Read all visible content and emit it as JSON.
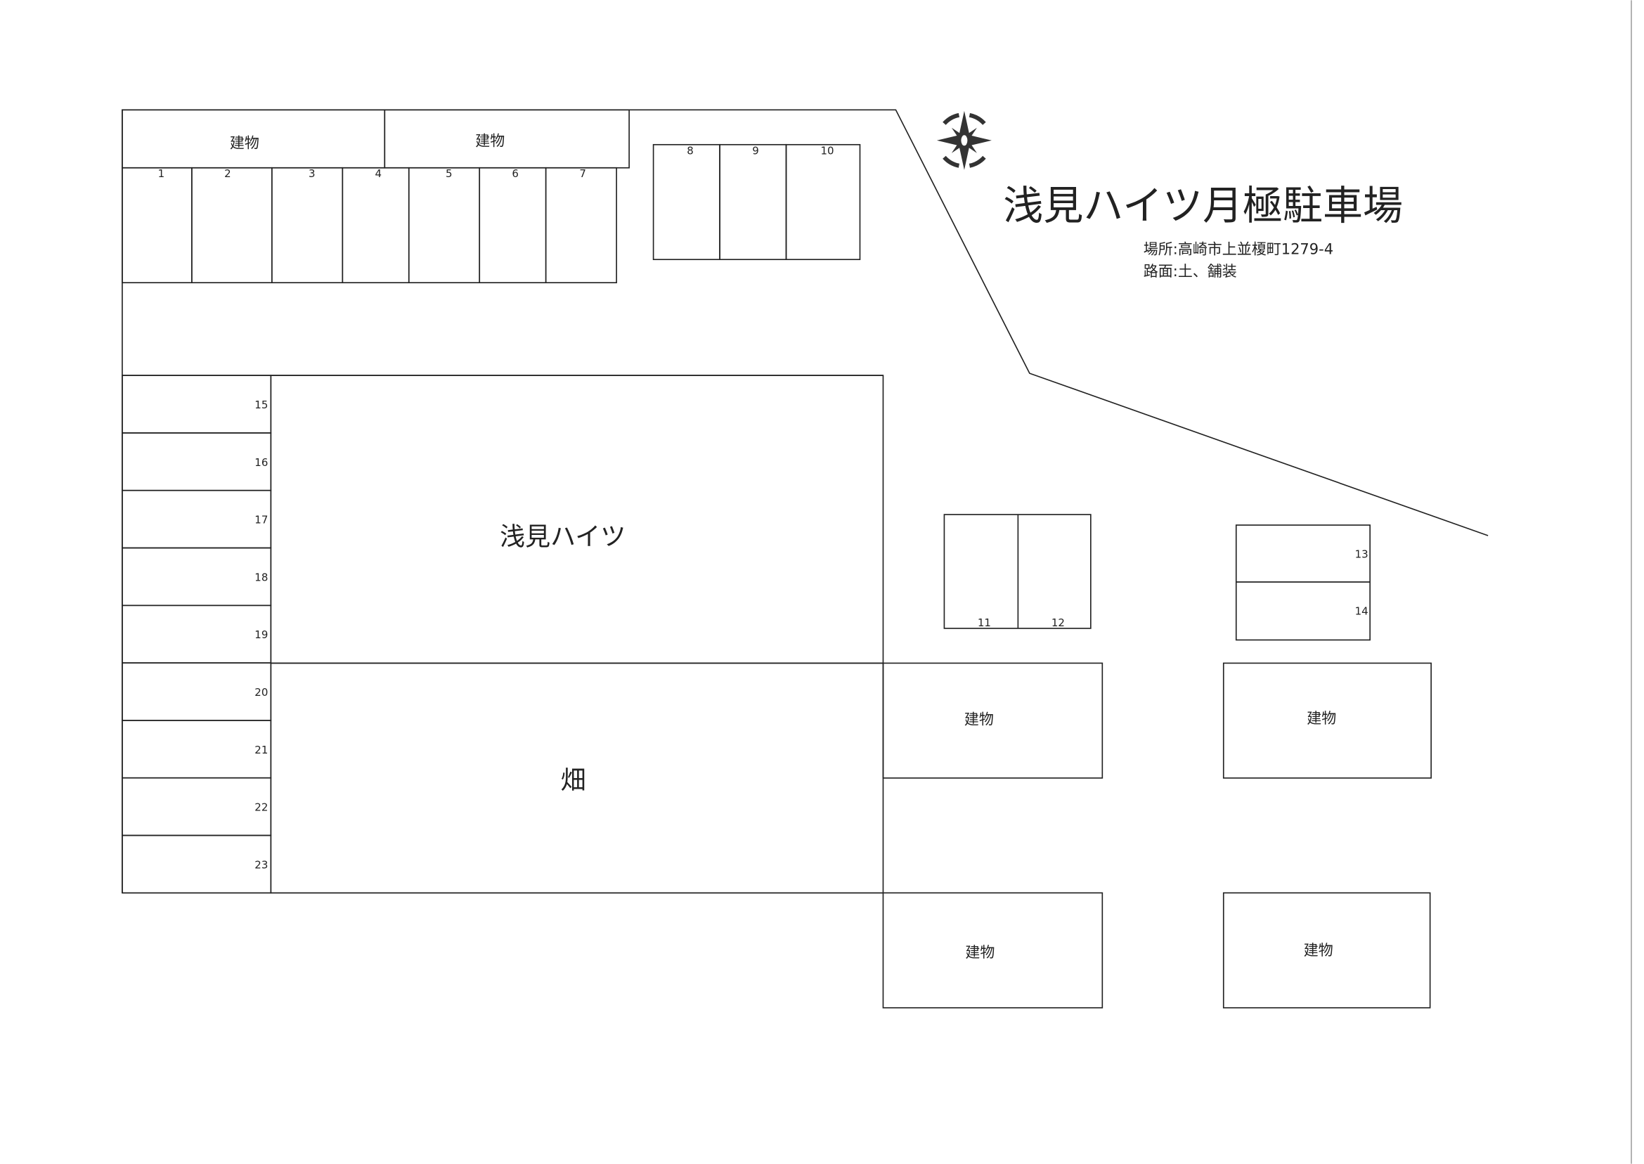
{
  "title": "浅見ハイツ月極駐車場",
  "location": "場所:高崎市上並榎町1279-4",
  "surface": "路面:土、舗装",
  "compass_icon": "compass-rose-icon",
  "labels": {
    "building": "建物",
    "main_building": "浅見ハイツ",
    "field": "畑"
  },
  "spots": {
    "top_row": [
      "1",
      "2",
      "3",
      "4",
      "5",
      "6",
      "7"
    ],
    "top_right": [
      "8",
      "9",
      "10"
    ],
    "left_column": [
      "15",
      "16",
      "17",
      "18",
      "19",
      "20",
      "21",
      "22",
      "23"
    ],
    "middle_pair": [
      "11",
      "12"
    ],
    "right_pair": [
      "13",
      "14"
    ]
  }
}
